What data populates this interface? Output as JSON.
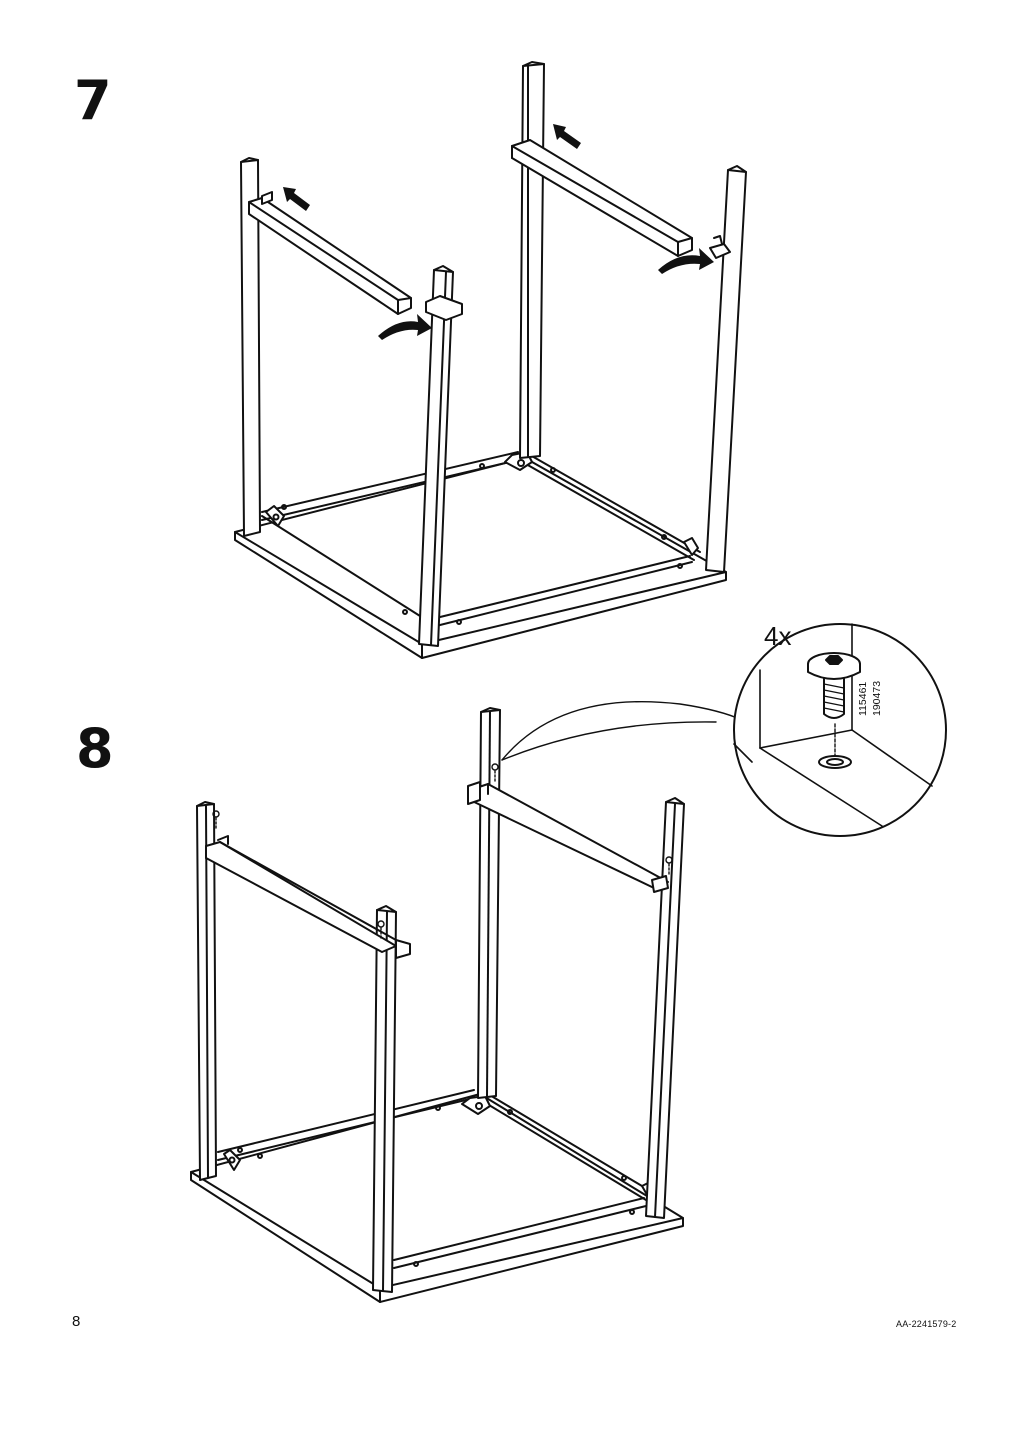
{
  "steps": [
    {
      "number": "7"
    },
    {
      "number": "8",
      "callout": {
        "quantity": "4x",
        "article_numbers": [
          "115461",
          "190473"
        ]
      }
    }
  ],
  "footer": {
    "page_number": "8",
    "document_code": "AA-2241579-2"
  }
}
